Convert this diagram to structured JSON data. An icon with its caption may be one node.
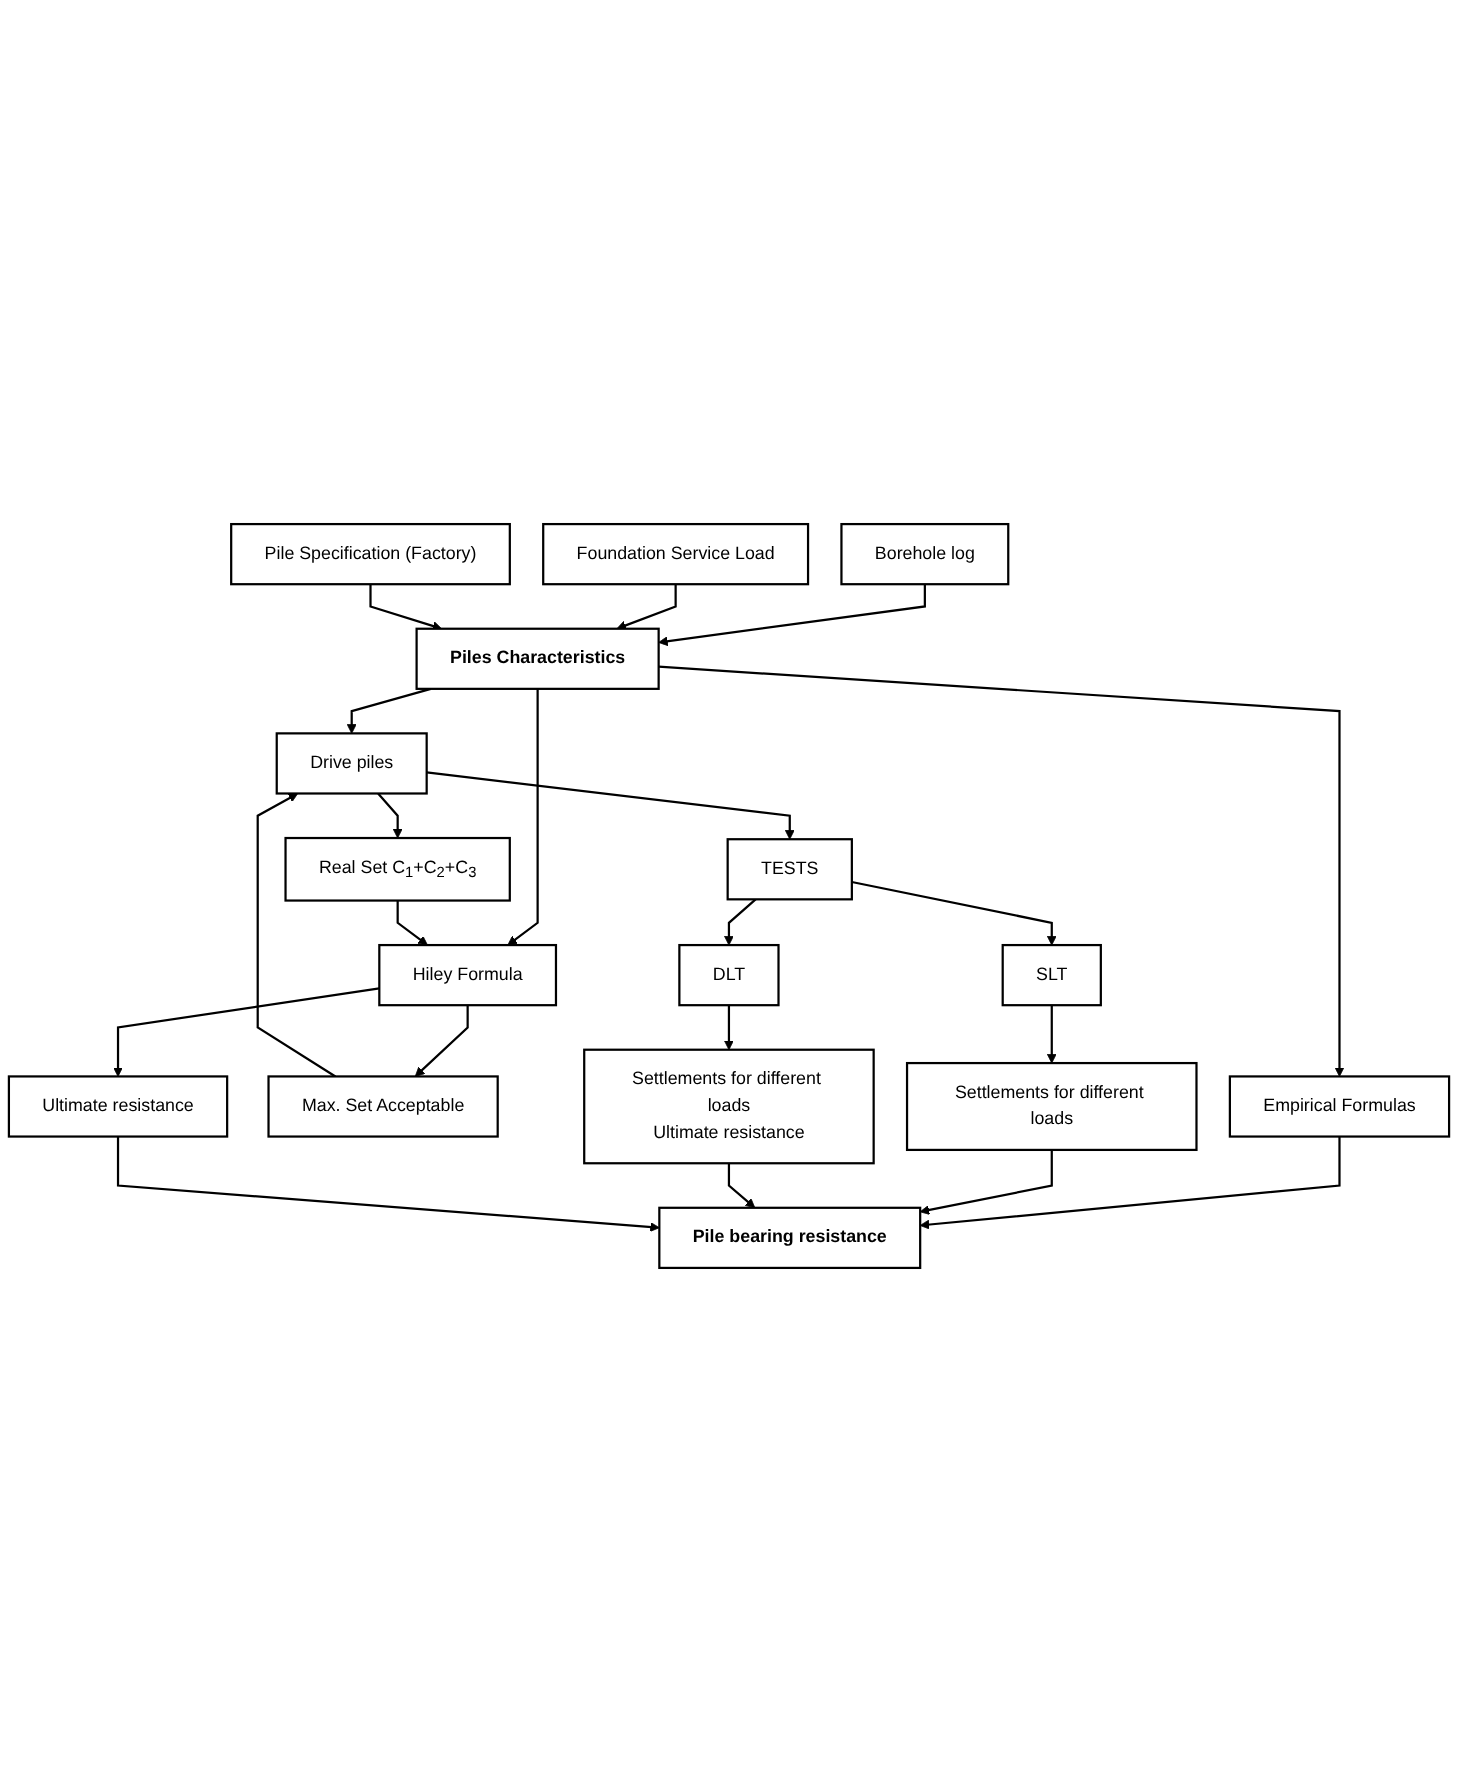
{
  "diagram": {
    "nodes": [
      {
        "text": [
          "Borehole log"
        ]
      },
      {
        "text": [
          "Foundation Service Load"
        ]
      },
      {
        "text": [
          "Pile Specification (Factory)"
        ]
      },
      {
        "text": [
          "Piles Characteristics"
        ]
      },
      {
        "text": [
          "Empirical Formulas"
        ]
      },
      {
        "text": [
          "Drive piles"
        ]
      },
      {
        "text": [
          "Max. Set Acceptable"
        ]
      },
      {
        "text": [
          "Hiley Formula"
        ]
      },
      {
        "text": [
          "Real Set C$_{1}$+C$_{2}$+C$_{3}$"
        ]
      },
      {
        "text": [
          "TESTS"
        ]
      },
      {
        "text": [
          "SLT"
        ]
      },
      {
        "text": [
          "DLT"
        ]
      },
      {
        "text": [
          "Settlements for different loads"
        ]
      },
      {
        "text": [
          "Settlements for different loads",
          "Ultimate resistance"
        ]
      },
      {
        "text": [
          "Ultimate resistance"
        ]
      },
      {
        "text": [
          "Pile bearing resistance"
        ]
      }
    ],
    "edges": [
      {
        "from": 0,
        "to": 3,
        "arrow": "to"
      },
      {
        "from": 1,
        "to": 3,
        "arrow": "to"
      },
      {
        "from": 2,
        "to": 3,
        "arrow": "to"
      },
      {
        "from": 3,
        "to": 4,
        "arrow": "to"
      },
      {
        "from": 3,
        "to": 5,
        "arrow": "to"
      },
      {
        "from": 3,
        "to": 7,
        "arrow": "to"
      },
      {
        "from": 7,
        "to": 6,
        "arrow": "to"
      },
      {
        "from": 6,
        "to": 5,
        "arrow": "to"
      },
      {
        "from": 5,
        "to": 8,
        "arrow": "to"
      },
      {
        "from": 8,
        "to": 7,
        "arrow": "to"
      },
      {
        "from": 5,
        "to": 9,
        "arrow": "to"
      },
      {
        "from": 9,
        "to": 10,
        "arrow": "to"
      },
      {
        "from": 9,
        "to": 11,
        "arrow": "to"
      },
      {
        "from": 10,
        "to": 12,
        "arrow": "to"
      },
      {
        "from": 11,
        "to": 13,
        "arrow": "to"
      },
      {
        "from": 7,
        "to": 14,
        "arrow": "to"
      },
      {
        "from": 4,
        "to": 15,
        "arrow": "to"
      },
      {
        "from": 12,
        "to": 15,
        "arrow": "to"
      },
      {
        "from": 13,
        "to": 15,
        "arrow": "to"
      },
      {
        "from": 14,
        "to": 15,
        "arrow": "to"
      }
    ]
  }
}
